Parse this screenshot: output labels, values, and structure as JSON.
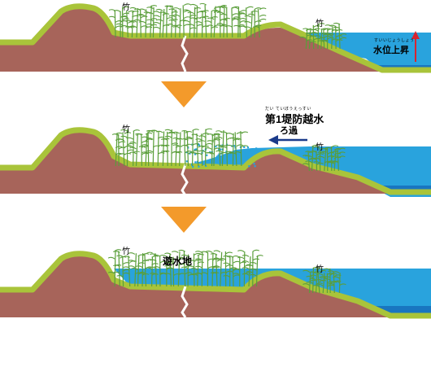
{
  "panel1": {
    "bamboo_left": "竹",
    "bamboo_right": "竹",
    "water_rise_ruby": "すいいじょうしょう",
    "water_rise": "水位上昇"
  },
  "panel2": {
    "bamboo_left": "竹",
    "bamboo_right": "竹",
    "overflow_ruby": "だい ていぼうえっすい",
    "overflow": "第1堤防越水",
    "filtration": "ろ過"
  },
  "panel3": {
    "bamboo_left": "竹",
    "bamboo_right": "竹",
    "retarding_basin": "遊水地"
  },
  "colors": {
    "levee_green": "#a9c43a",
    "soil_brown": "#a7645a",
    "water_blue": "#29a3dd",
    "water_deep": "#1976c0",
    "bamboo_green": "#5a9e3a",
    "arrow_orange": "#f39a2b"
  },
  "icons": {
    "flow_arrow": "left-arrow-icon",
    "rise_arrow": "up-arrow-icon",
    "step_arrow": "down-triangle-icon"
  }
}
